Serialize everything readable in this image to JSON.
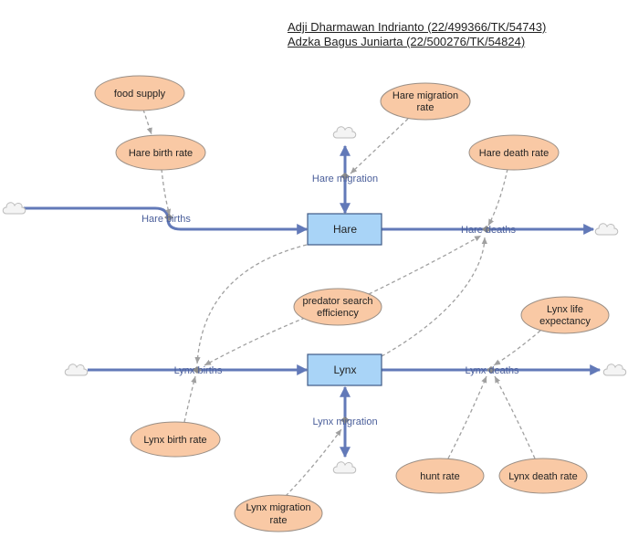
{
  "authors": [
    "Adji Dharmawan Indrianto (22/499366/TK/54743)",
    "Adzka Bagus Juniarta (22/500276/TK/54824)"
  ],
  "stocks": {
    "hare": "Hare",
    "lynx": "Lynx"
  },
  "flows": {
    "hare_births": "Hare births",
    "hare_deaths": "Hare deaths",
    "hare_migration": "Hare migration",
    "lynx_births": "Lynx births",
    "lynx_deaths": "Lynx deaths",
    "lynx_migration": "Lynx migration"
  },
  "variables": {
    "food_supply": "food supply",
    "hare_birth_rate": "Hare birth rate",
    "hare_migration_rate": [
      "Hare migration",
      "rate"
    ],
    "hare_death_rate": "Hare death rate",
    "predator_search_efficiency": [
      "predator search",
      "efficiency"
    ],
    "lynx_life_expectancy": [
      "Lynx life",
      "expectancy"
    ],
    "lynx_birth_rate": "Lynx birth rate",
    "lynx_migration_rate": [
      "Lynx migration",
      "rate"
    ],
    "hunt_rate": "hunt rate",
    "lynx_death_rate": "Lynx death rate"
  },
  "colors": {
    "stock_fill": "#a9d4f7",
    "stock_border": "#3f5a86",
    "variable_fill": "#f9c9a5",
    "variable_border": "#9a8f86",
    "flow": "#6279b8",
    "link": "#a0a0a0"
  }
}
